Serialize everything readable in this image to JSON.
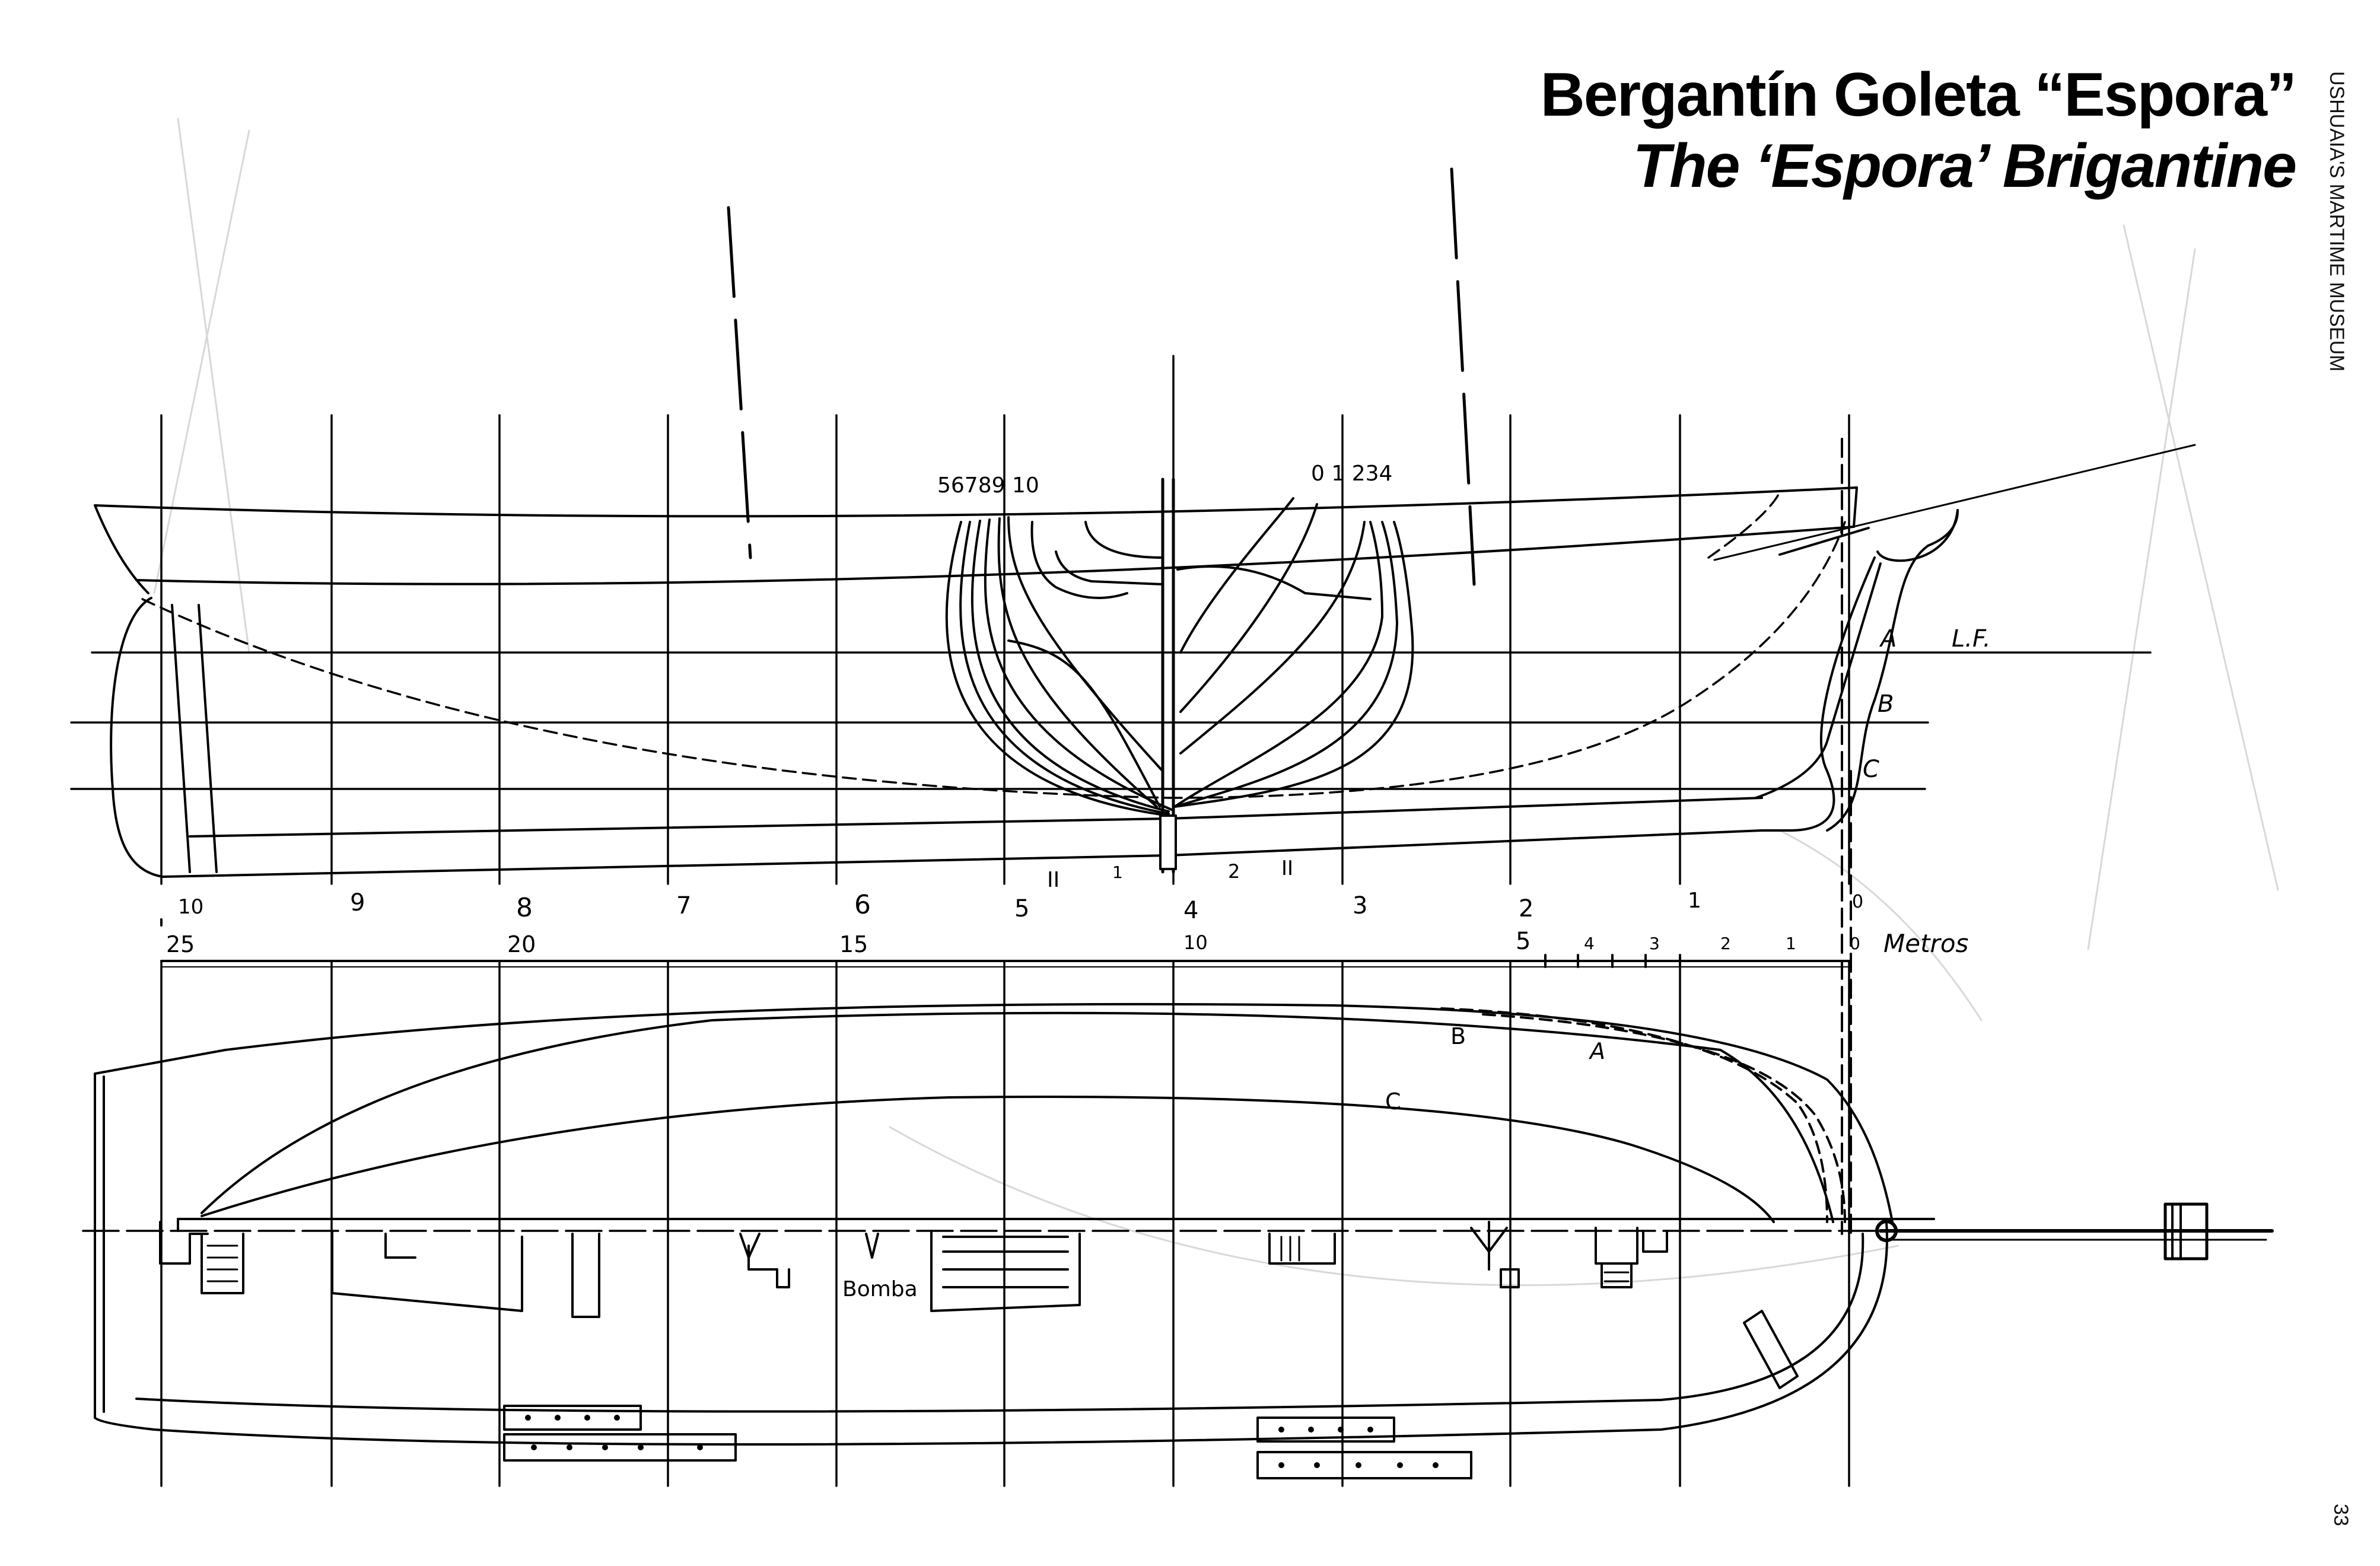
{
  "title": {
    "spanish": "Bergantín Goleta “Espora”",
    "english": "The ‘Espora’ Brigantine"
  },
  "sidebar": {
    "museum": "USHUAIA'S MARTIME MUSEUM"
  },
  "page_number": "33",
  "drawing": {
    "waterlines": [
      {
        "label": "A",
        "note": "L.F."
      },
      {
        "label": "B"
      },
      {
        "label": "C"
      }
    ],
    "station_labels": [
      "10",
      "9",
      "8",
      "7",
      "6",
      "5",
      "4",
      "3",
      "2",
      "1",
      "0"
    ],
    "body_plan_after_labels": "56789 10",
    "body_plan_fore_labels": "0 1 234",
    "body_plan_roman": [
      "II",
      "1",
      "2",
      "II"
    ],
    "metre_scale": {
      "labels": [
        "25",
        "20",
        "15",
        "10",
        "5",
        "4",
        "3",
        "2",
        "1",
        "0"
      ],
      "unit": "Metros"
    },
    "half_breadth_labels": [
      "B",
      "A",
      "C"
    ],
    "pump_label": "Bomba"
  }
}
